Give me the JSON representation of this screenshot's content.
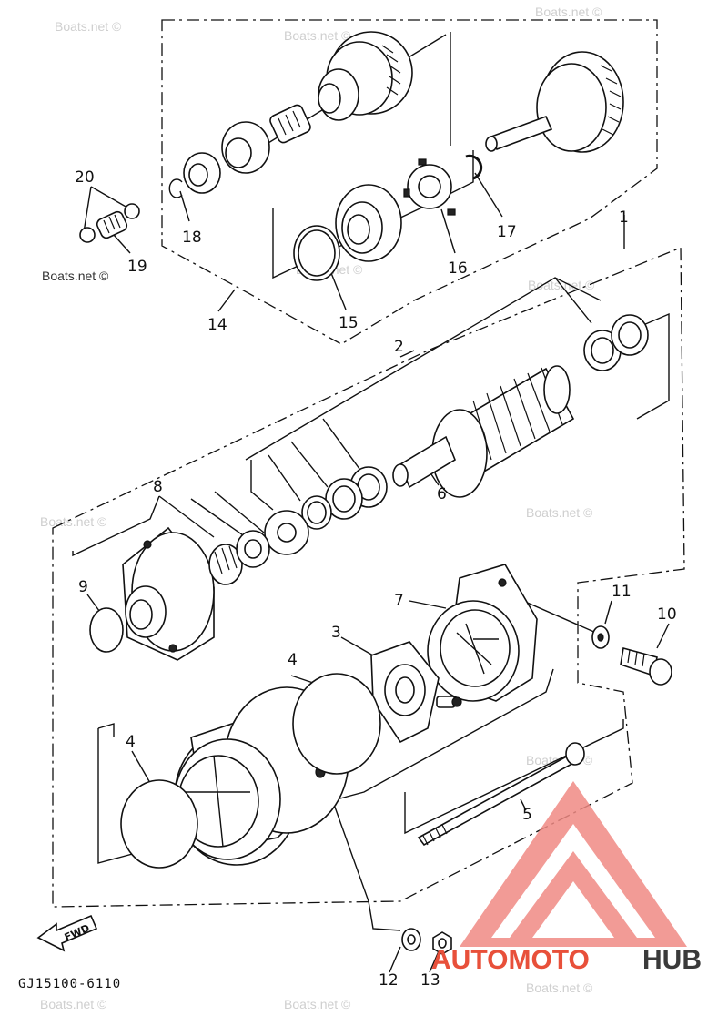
{
  "diagram": {
    "drawing_code": "GJ15100-6110",
    "direction_label": "FWD",
    "callouts": [
      "1",
      "2",
      "3",
      "4",
      "4",
      "5",
      "6",
      "7",
      "8",
      "9",
      "10",
      "11",
      "12",
      "13",
      "14",
      "15",
      "16",
      "17",
      "18",
      "19",
      "20"
    ],
    "watermark": "Boats.net ©",
    "logo": {
      "part1": "AUTOMOTO",
      "part2": "HUB",
      "color_part1": "#e8503a",
      "color_part2": "#3a3a3a",
      "triangle_color": "#f08a84"
    }
  }
}
